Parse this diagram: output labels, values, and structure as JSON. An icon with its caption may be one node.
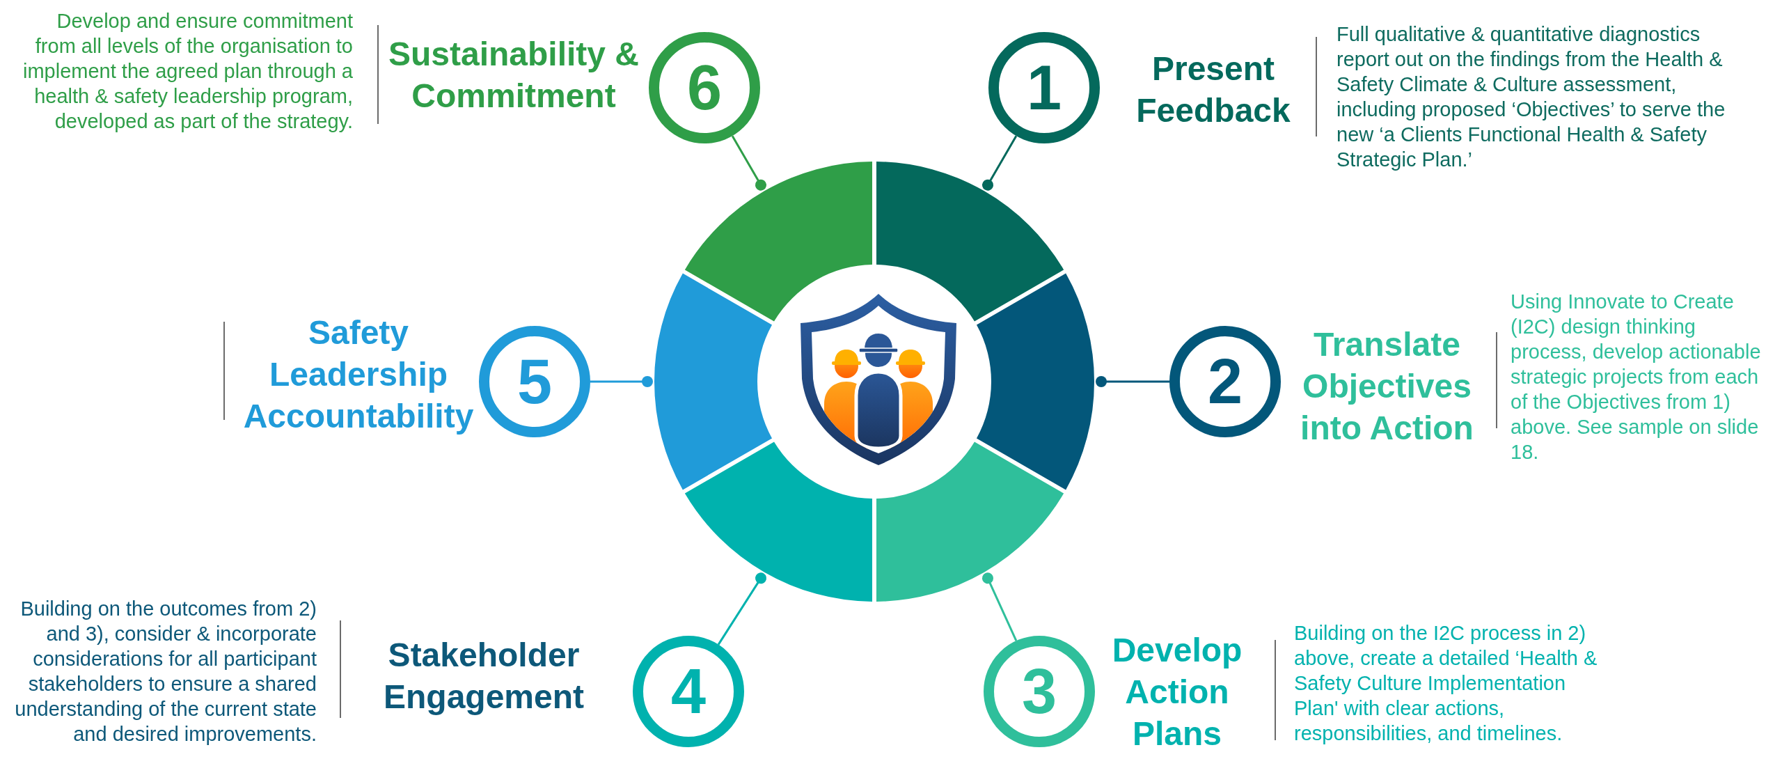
{
  "diagram": {
    "nodes": [
      {
        "text": [
          "1"
        ],
        "beside": [
          "Present Feedback",
          "Full qualitative & quantitative diagnostics report out on the findings from the Health & Safety Climate & Culture assessment, including proposed ‘Objectives’ to serve the new ‘a Clients Functional Health & Safety Strategic Plan.’"
        ]
      },
      {
        "text": [
          "2"
        ],
        "beside": [
          "Translate Objectives into Action",
          "Using Innovate to Create (I2C) design thinking process, develop actionable strategic projects from each of the Objectives from 1) above. See sample on slide 18."
        ]
      },
      {
        "text": [
          "3"
        ],
        "beside": [
          "Develop Action Plans",
          "Building on the I2C process in 2) above, create a detailed ‘Health & Safety Culture Implementation Plan' with clear actions, responsibilities, and timelines."
        ]
      },
      {
        "text": [
          "4"
        ],
        "beside": [
          "Stakeholder Engagement",
          "Building on the outcomes from 2) and 3), consider & incorporate considerations for all participant stakeholders to ensure a shared understanding of the current state and desired improvements."
        ]
      },
      {
        "text": [
          "5"
        ],
        "beside": [
          "Safety Leadership Accountability"
        ]
      },
      {
        "text": [
          "6"
        ],
        "beside": [
          "Sustainability & Commitment",
          "Develop and ensure commitment from all levels of the organisation to implement the agreed plan through a health & safety leadership program, developed as part of the strategy."
        ]
      },
      {
        "text": [],
        "shape": "arc"
      },
      {
        "text": [],
        "shape": "arc"
      },
      {
        "text": [],
        "shape": "arc"
      },
      {
        "text": [],
        "shape": "arc"
      },
      {
        "text": [],
        "shape": "arc"
      },
      {
        "text": [],
        "shape": "arc"
      }
    ],
    "edges": [
      {
        "from": 0,
        "to": 6,
        "arrow": "other",
        "color": "#04695c"
      },
      {
        "from": 1,
        "to": 7,
        "arrow": "other",
        "color": "#03577a"
      },
      {
        "from": 2,
        "to": 8,
        "arrow": "other",
        "color": "#2fbf9b"
      },
      {
        "from": 3,
        "to": 9,
        "arrow": "other",
        "color": "#00b2ae"
      },
      {
        "from": 4,
        "to": 10,
        "arrow": "other",
        "color": "#209bd9"
      },
      {
        "from": 5,
        "to": 11,
        "arrow": "other",
        "color": "#2f9e48"
      }
    ]
  }
}
